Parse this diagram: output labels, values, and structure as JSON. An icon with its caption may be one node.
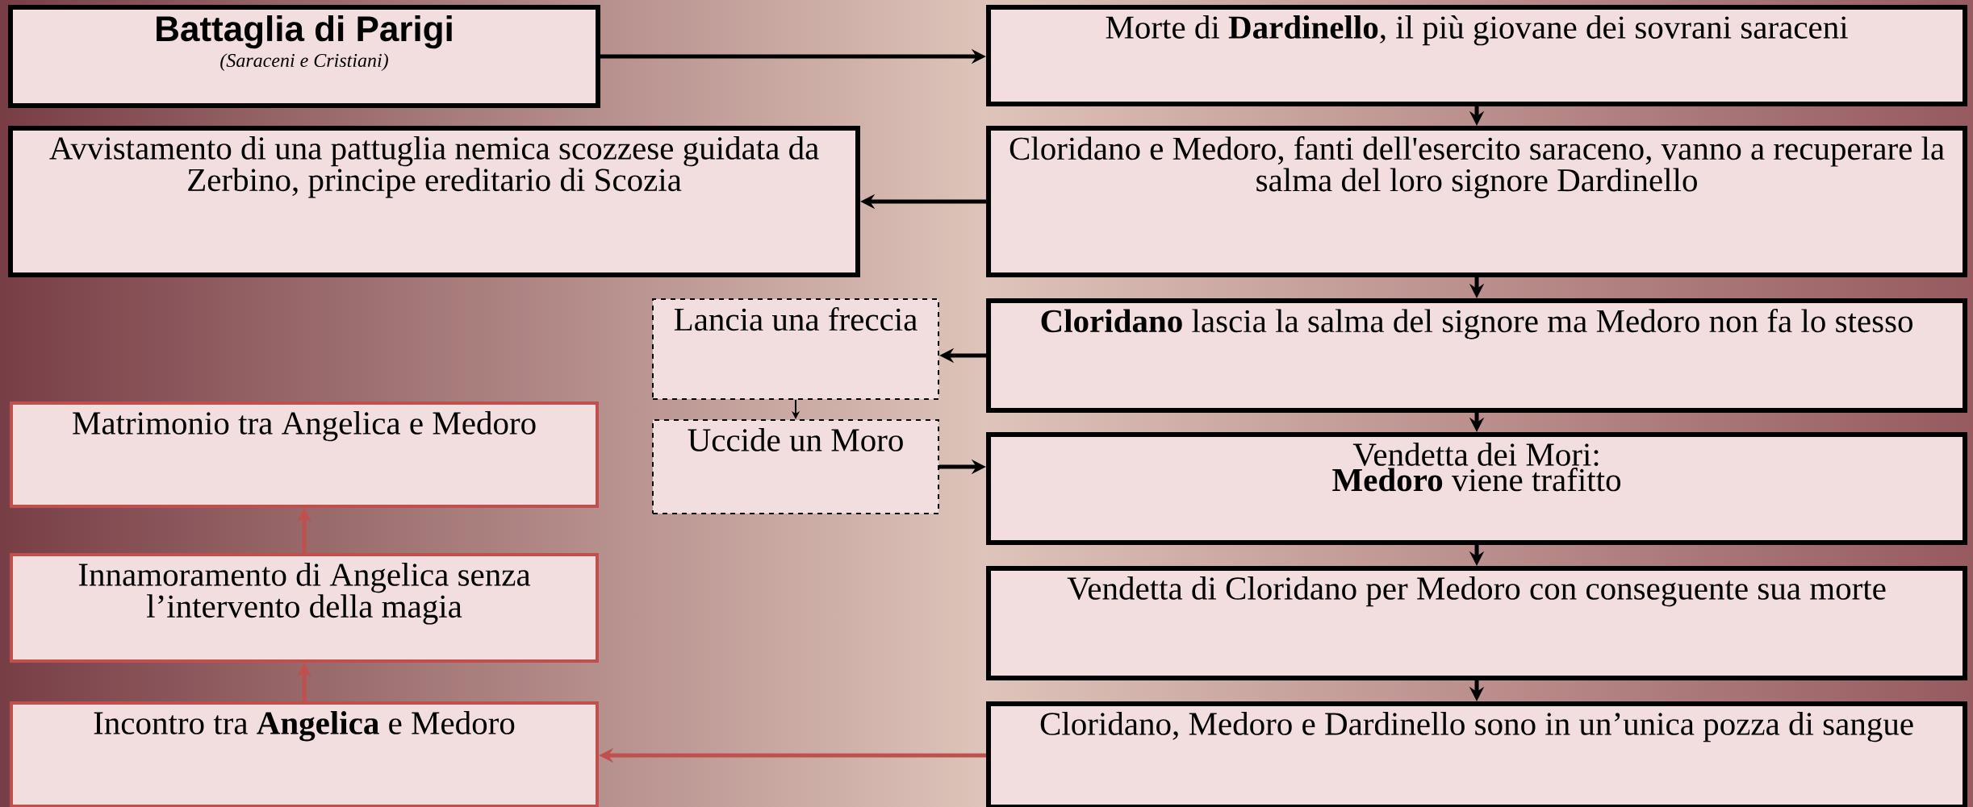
{
  "diagram": {
    "nodes": [
      {
        "text": [
          "Battaglia di Parigi",
          "(Saraceni e Cristiani)"
        ]
      },
      {
        "text": [
          "Morte di **Dardinello**, il più giovane dei sovrani saraceni"
        ]
      },
      {
        "text": [
          "Avvistamento di una pattuglia nemica scozzese guidata da Zerbino, principe ereditario di Scozia"
        ]
      },
      {
        "text": [
          "Cloridano e Medoro, fanti dell'esercito saraceno, vanno a recuperare la salma del loro signore Dardinello"
        ]
      },
      {
        "text": [
          "Lancia una freccia"
        ]
      },
      {
        "text": [
          "**Cloridano** lascia la salma del signore ma Medoro non fa lo stesso"
        ]
      },
      {
        "text": [
          "Matrimonio tra Angelica e Medoro"
        ]
      },
      {
        "text": [
          "Uccide un Moro"
        ]
      },
      {
        "text": [
          "Vendetta dei Mori: **Medoro** viene trafitto"
        ]
      },
      {
        "text": [
          "Innamoramento di Angelica senza l’intervento della magia"
        ]
      },
      {
        "text": [
          "Vendetta di Cloridano per Medoro con conseguente sua morte"
        ]
      },
      {
        "text": [
          "Incontro tra **Angelica** e Medoro"
        ]
      },
      {
        "text": [
          "Cloridano, Medoro e Dardinello sono in un’unica pozza di sangue"
        ]
      }
    ],
    "edges": [
      {
        "from": 0,
        "to": 1,
        "arrow": "to"
      },
      {
        "from": 1,
        "to": 3,
        "arrow": "to"
      },
      {
        "from": 3,
        "to": 2,
        "arrow": "to"
      },
      {
        "from": 3,
        "to": 5,
        "arrow": "to"
      },
      {
        "from": 5,
        "to": 4,
        "arrow": "to"
      },
      {
        "from": 4,
        "to": 7,
        "arrow": "to"
      },
      {
        "from": 7,
        "to": 8,
        "arrow": "to"
      },
      {
        "from": 5,
        "to": 8,
        "arrow": "to"
      },
      {
        "from": 8,
        "to": 10,
        "arrow": "to"
      },
      {
        "from": 10,
        "to": 12,
        "arrow": "to"
      },
      {
        "from": 12,
        "to": 11,
        "arrow": "to",
        "color": "#c0504d"
      },
      {
        "from": 11,
        "to": 9,
        "arrow": "to",
        "color": "#c0504d"
      },
      {
        "from": 9,
        "to": 6,
        "arrow": "to",
        "color": "#c0504d"
      }
    ]
  }
}
